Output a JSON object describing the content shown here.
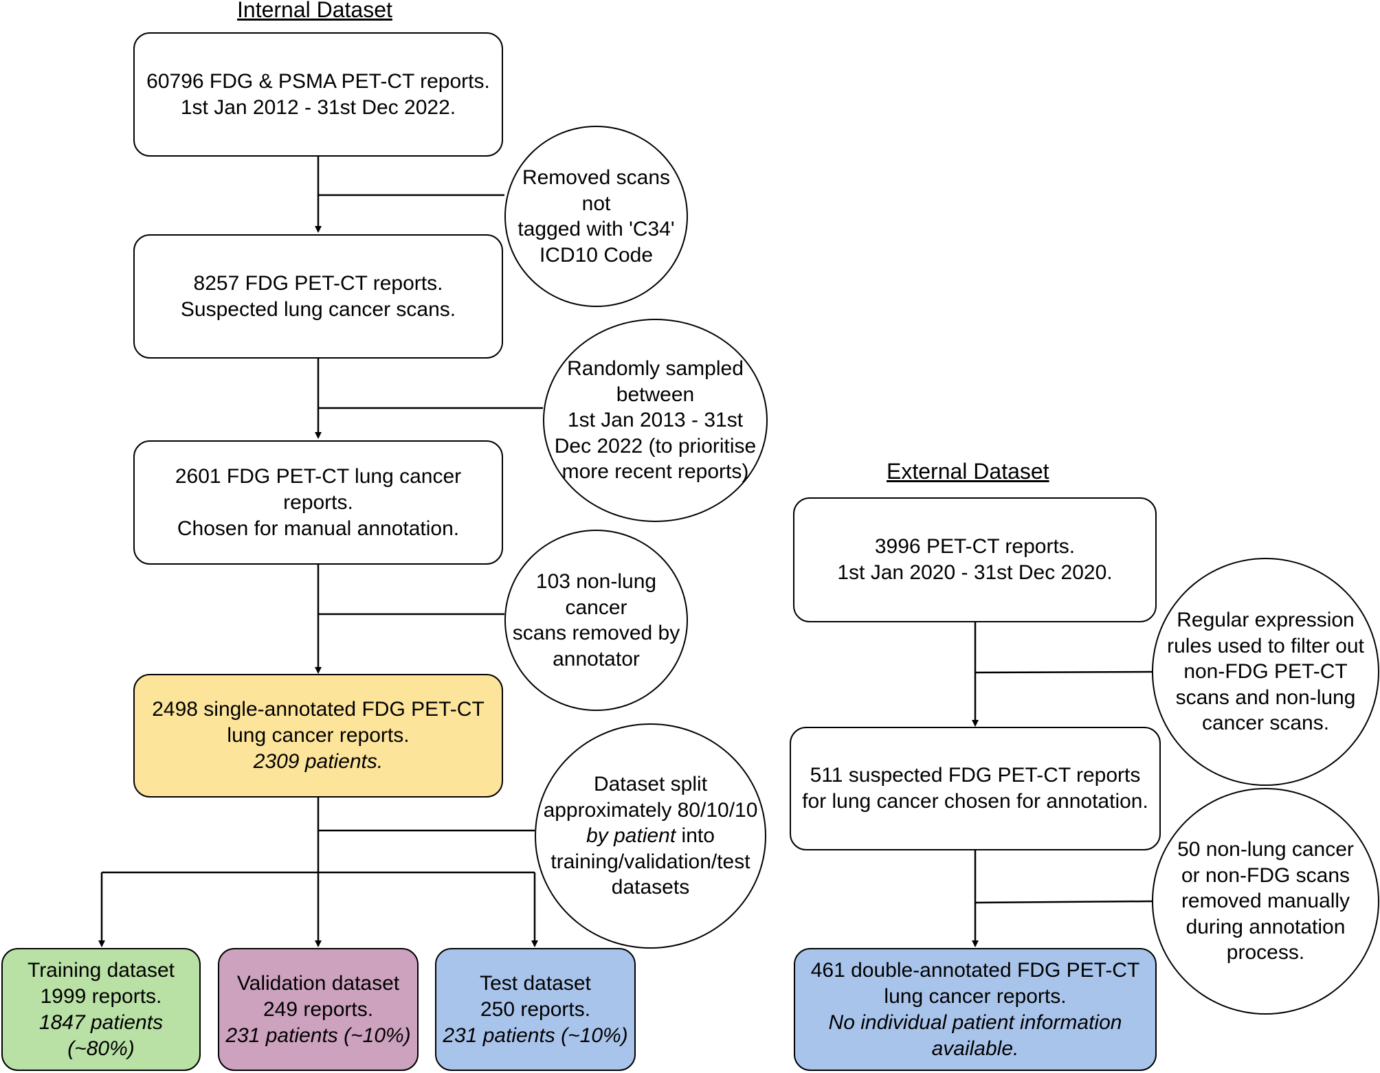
{
  "headings": {
    "internal": "Internal Dataset",
    "external": "External  Dataset"
  },
  "boxes": {
    "b1": [
      "60796 FDG & PSMA PET-CT reports.",
      "1st Jan 2012 - 31st Dec 2022."
    ],
    "b2": [
      "8257 FDG PET-CT reports.",
      "Suspected lung cancer scans."
    ],
    "b3": [
      "2601 FDG PET-CT lung cancer",
      "reports.",
      "Chosen for manual annotation."
    ],
    "b4": [
      "2498  single-annotated FDG PET-CT",
      "lung cancer reports."
    ],
    "b4_italic": "2309 patients.",
    "training": [
      "Training dataset",
      "1999 reports."
    ],
    "training_italic": [
      "1847 patients",
      "(~80%)"
    ],
    "validation": [
      "Validation dataset",
      "249 reports."
    ],
    "validation_italic": "231 patients (~10%)",
    "test": [
      "Test dataset",
      "250 reports."
    ],
    "test_italic": "231 patients (~10%)",
    "e1": [
      "3996 PET-CT reports.",
      "1st Jan 2020 - 31st Dec 2020."
    ],
    "e2": [
      "511 suspected FDG PET-CT reports",
      "for lung cancer chosen for annotation."
    ],
    "e3": [
      "461 double-annotated FDG PET-CT",
      "lung cancer reports."
    ],
    "e3_italic": [
      "No individual patient information",
      "available."
    ]
  },
  "circles": {
    "c1": [
      "Removed scans",
      "not",
      "tagged with 'C34'",
      "ICD10 Code"
    ],
    "c2": [
      "Randomly sampled",
      "between",
      "1st Jan 2013 - 31st",
      "Dec 2022 (to prioritise",
      "more recent reports)"
    ],
    "c3": [
      "103 non-lung",
      "cancer",
      "scans removed by",
      "annotator"
    ],
    "c4_line1": "Dataset split",
    "c4_line2": "approximately 80/10/10",
    "c4_line3_italic": "by patient",
    "c4_line3_rest": " into",
    "c4_line4": "training/validation/test",
    "c4_line5": "datasets",
    "c5": [
      "Regular expression",
      "rules used to filter out",
      "non-FDG PET-CT",
      "scans and non-lung",
      "cancer scans."
    ],
    "c6": [
      "50 non-lung cancer",
      "or non-FDG scans",
      "removed manually",
      "during annotation",
      "process."
    ]
  },
  "colors": {
    "yellow": "#fde49b",
    "green": "#b9e0a5",
    "purple": "#cda2be",
    "blue": "#a9c4eb"
  }
}
